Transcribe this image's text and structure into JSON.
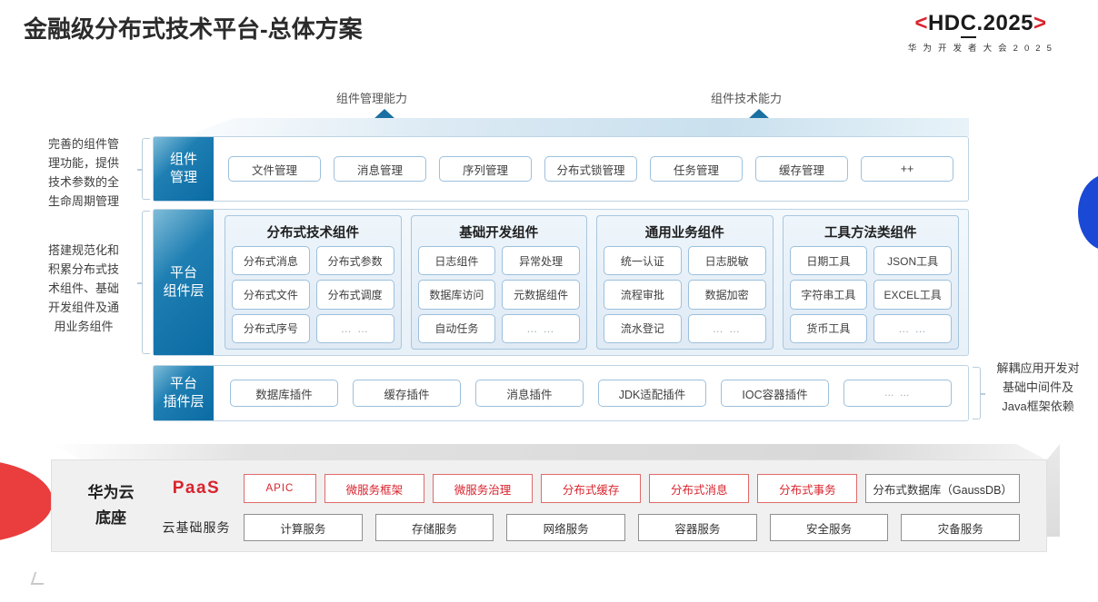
{
  "header": {
    "title": "金融级分布式技术平台-总体方案",
    "logo_main_left": "<",
    "logo_main_text_a": "HD",
    "logo_main_text_b": "C",
    "logo_main_text_c": ".2025",
    "logo_main_right": ">",
    "logo_sub": "华 为 开 发 者 大 会 2 0 2 5",
    "accent_red": "#d9232d"
  },
  "arrows": {
    "left_caption": "组件管理能力",
    "right_caption": "组件技术能力"
  },
  "side_notes": {
    "left_top": "完善的组件管\n理功能，提供\n技术参数的全\n生命周期管理",
    "left_mid": "搭建规范化和\n积累分布式技\n术组件、基础\n开发组件及通\n用业务组件",
    "right_bottom": "解耦应用开发对\n基础中间件及\nJava框架依赖"
  },
  "rows": {
    "management": {
      "label_line1": "组件",
      "label_line2": "管理",
      "chips": [
        "文件管理",
        "消息管理",
        "序列管理",
        "分布式锁管理",
        "任务管理",
        "缓存管理",
        "++"
      ]
    },
    "component_layer": {
      "label_line1": "平台",
      "label_line2": "组件层",
      "groups": [
        {
          "title": "分布式技术组件",
          "items": [
            "分布式消息",
            "分布式参数",
            "分布式文件",
            "分布式调度",
            "分布式序号",
            "… …"
          ]
        },
        {
          "title": "基础开发组件",
          "items": [
            "日志组件",
            "异常处理",
            "数据库访问",
            "元数据组件",
            "自动任务",
            "… …"
          ]
        },
        {
          "title": "通用业务组件",
          "items": [
            "统一认证",
            "日志脱敏",
            "流程审批",
            "数据加密",
            "流水登记",
            "… …"
          ]
        },
        {
          "title": "工具方法类组件",
          "items": [
            "日期工具",
            "JSON工具",
            "字符串工具",
            "EXCEL工具",
            "货币工具",
            "… …"
          ]
        }
      ]
    },
    "plugin_layer": {
      "label_line1": "平台",
      "label_line2": "插件层",
      "chips": [
        "数据库插件",
        "缓存插件",
        "消息插件",
        "JDK适配插件",
        "IOC容器插件",
        "… …"
      ]
    }
  },
  "foundation": {
    "title_line1": "华为云",
    "title_line2": "底座",
    "paas_label": "PaaS",
    "cloud_label": "云基础服务",
    "paas_chips": [
      {
        "text": "APIC",
        "style": "apic"
      },
      {
        "text": "微服务框架",
        "style": "red"
      },
      {
        "text": "微服务治理",
        "style": "red"
      },
      {
        "text": "分布式缓存",
        "style": "red"
      },
      {
        "text": "分布式消息",
        "style": "red"
      },
      {
        "text": "分布式事务",
        "style": "red"
      },
      {
        "text": "分布式数据库（GaussDB）",
        "style": "neutral"
      }
    ],
    "base_chips": [
      "计算服务",
      "存储服务",
      "网络服务",
      "容器服务",
      "安全服务",
      "灾备服务"
    ]
  },
  "colors": {
    "brand_blue": "#0a6ba3",
    "accent_red": "#d9232d",
    "chip_border": "#9cc0dd",
    "shape_blue": "#1a49d6",
    "shape_red": "#ea3d3d"
  }
}
